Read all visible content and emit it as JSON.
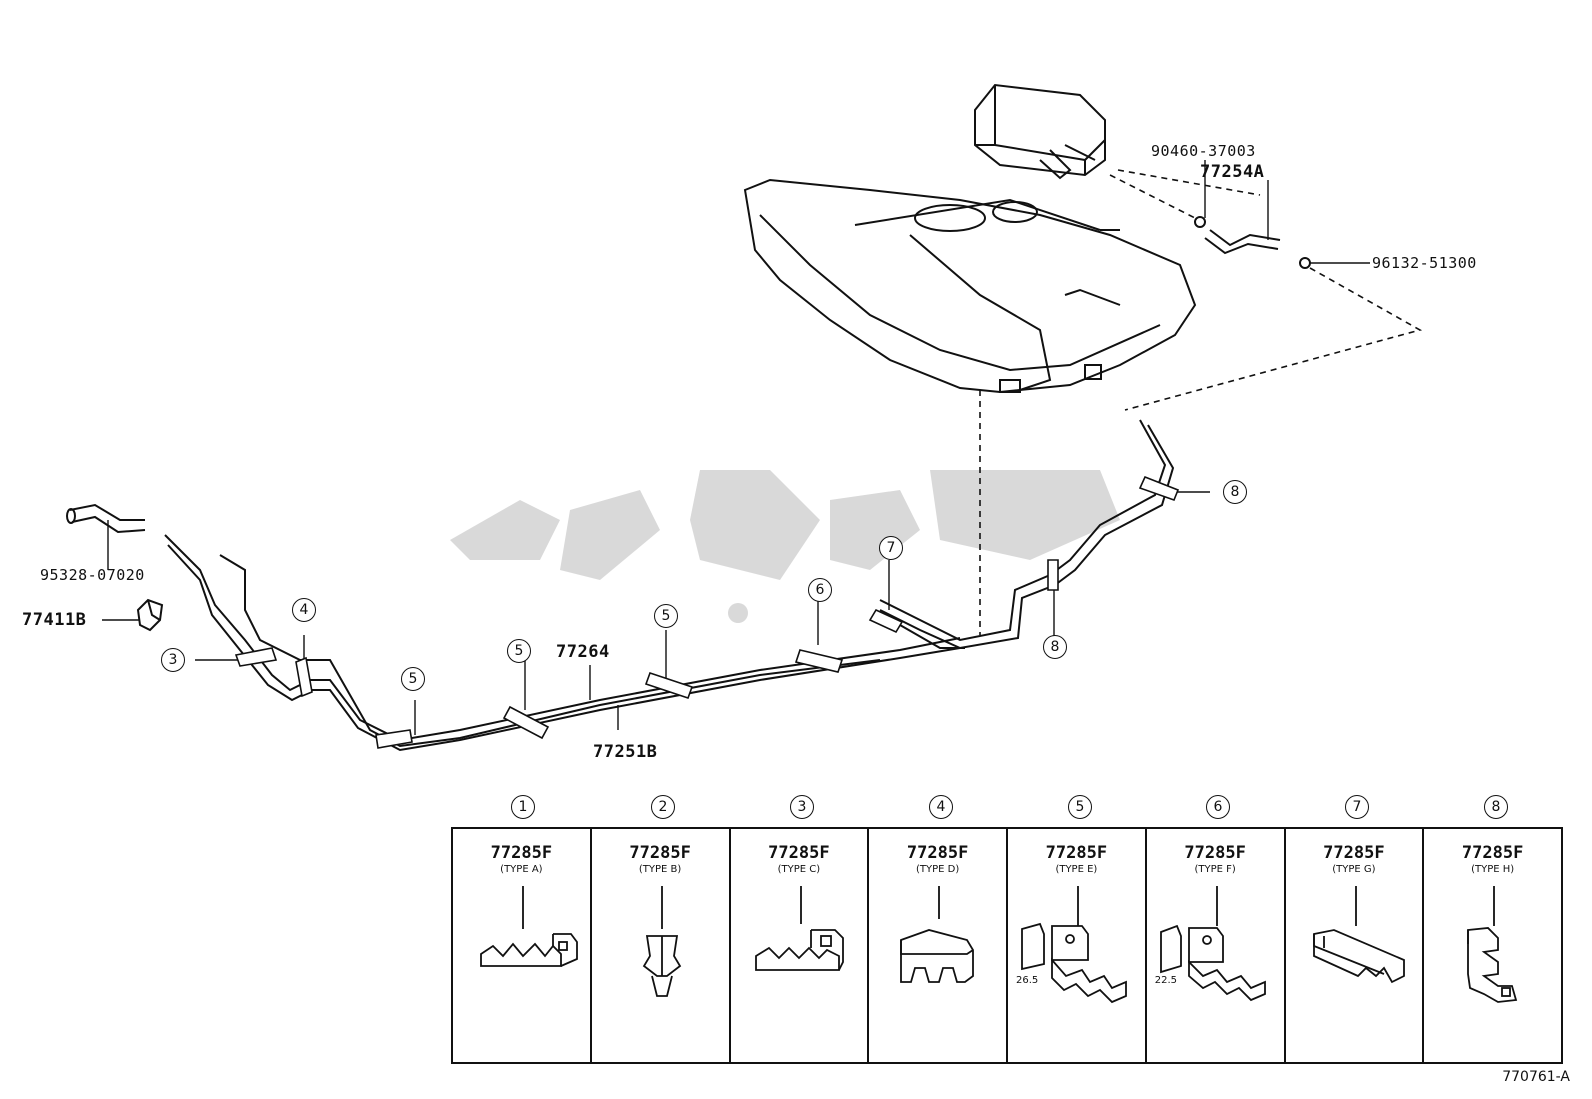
{
  "callouts": {
    "hose_vapor": "90460-37003",
    "hose_main": "77254A",
    "clip_hose": "96132-51300",
    "hose_filler": "95328-07020",
    "clip_filler": "77411B",
    "tube_upper": "77264",
    "tube_lower": "77251B"
  },
  "diagram_markers": [
    "3",
    "4",
    "5",
    "5",
    "5",
    "6",
    "7",
    "8",
    "8"
  ],
  "clamp_table": {
    "headers": [
      "1",
      "2",
      "3",
      "4",
      "5",
      "6",
      "7",
      "8"
    ],
    "cells": [
      {
        "part": "77285F",
        "type": "(TYPE A)",
        "dim": ""
      },
      {
        "part": "77285F",
        "type": "(TYPE B)",
        "dim": ""
      },
      {
        "part": "77285F",
        "type": "(TYPE C)",
        "dim": ""
      },
      {
        "part": "77285F",
        "type": "(TYPE D)",
        "dim": ""
      },
      {
        "part": "77285F",
        "type": "(TYPE E)",
        "dim": "26.5"
      },
      {
        "part": "77285F",
        "type": "(TYPE F)",
        "dim": "22.5"
      },
      {
        "part": "77285F",
        "type": "(TYPE G)",
        "dim": ""
      },
      {
        "part": "77285F",
        "type": "(TYPE H)",
        "dim": ""
      }
    ]
  },
  "figure_ref": "770761-A",
  "colors": {
    "line": "#111111",
    "watermark": "#d9d9d9"
  }
}
